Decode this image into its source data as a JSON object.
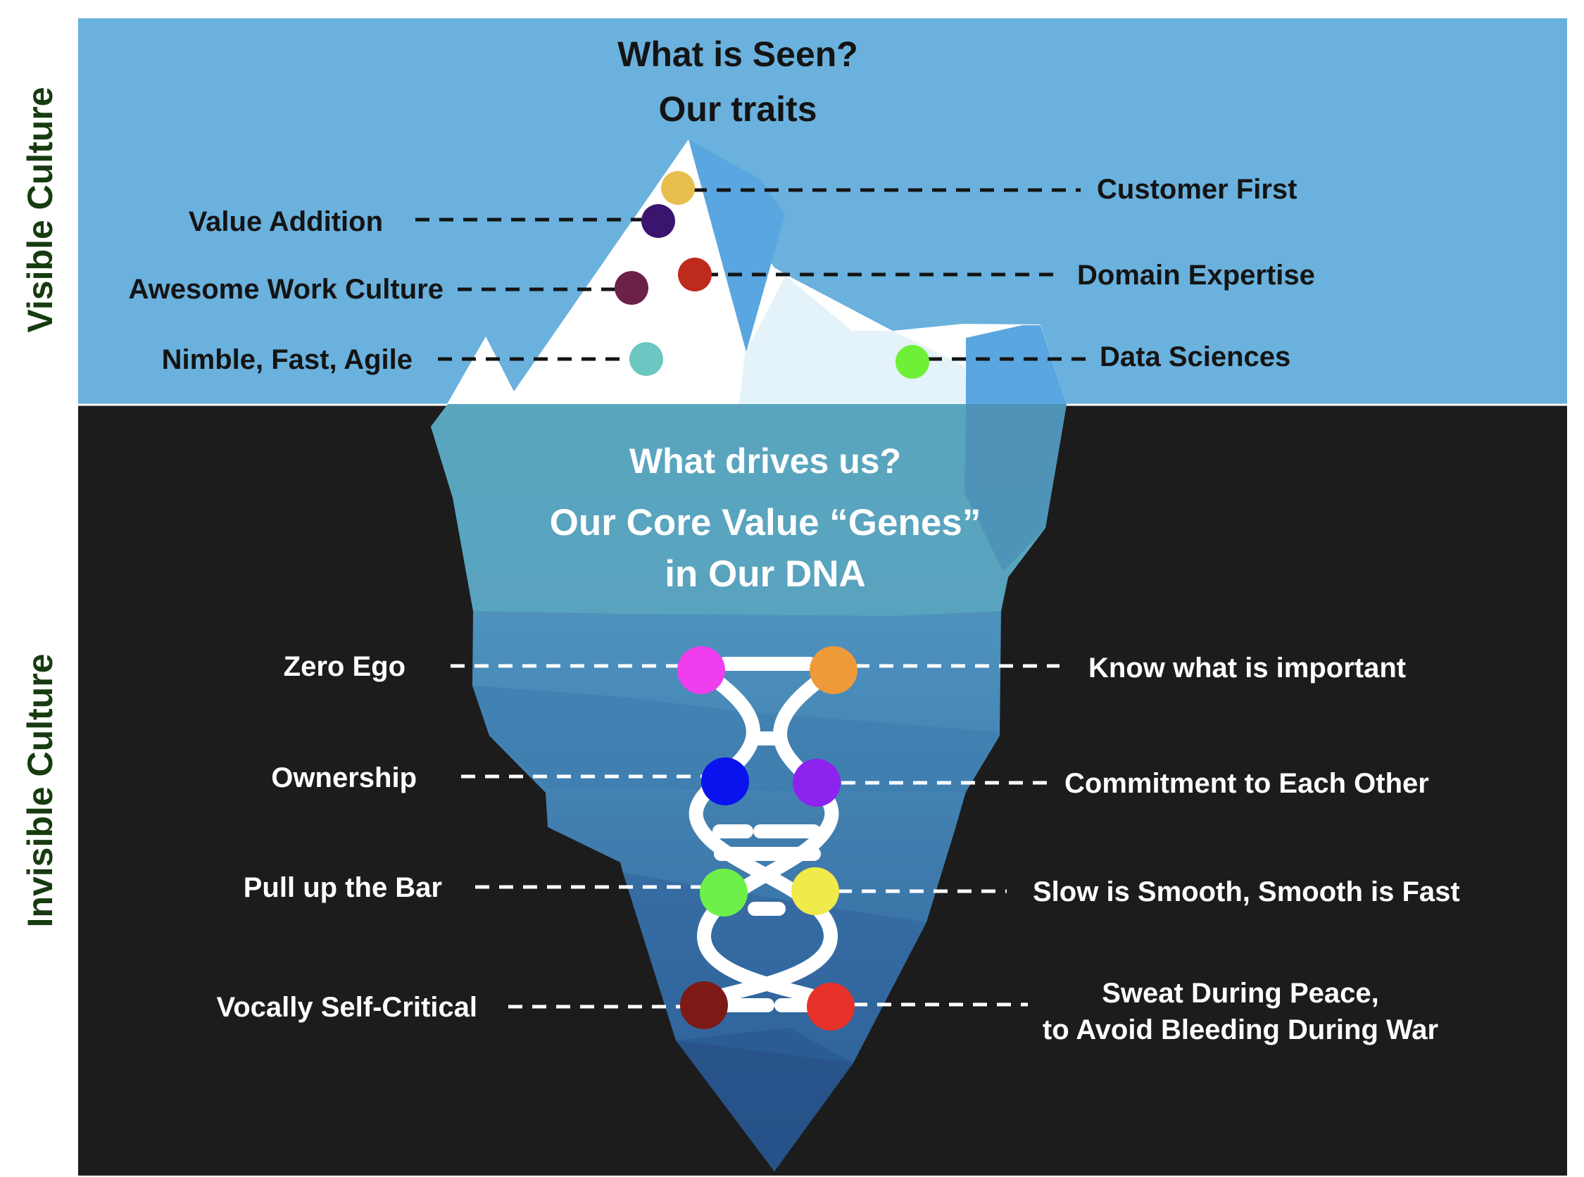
{
  "side_labels": {
    "visible": "Visible Culture",
    "invisible": "Invisible Culture"
  },
  "top_heading": {
    "line1": "What is Seen?",
    "line2": "Our traits"
  },
  "core_heading": {
    "line1": "What drives us?",
    "line2": "Our Core Value “Genes”",
    "line3": "in Our DNA"
  },
  "traits": [
    {
      "label": "Customer First",
      "color": "#E8BE4E"
    },
    {
      "label": "Value Addition",
      "color": "#3B1470"
    },
    {
      "label": "Domain Expertise",
      "color": "#BE2A1C"
    },
    {
      "label": "Awesome Work Culture",
      "color": "#6B2148"
    },
    {
      "label": "Nimble, Fast, Agile",
      "color": "#6CC6C1"
    },
    {
      "label": "Data Sciences",
      "color": "#6EF036"
    }
  ],
  "values_left": [
    {
      "label": "Zero Ego",
      "color": "#EE3EEE"
    },
    {
      "label": "Ownership",
      "color": "#0A12EE"
    },
    {
      "label": "Pull up the Bar",
      "color": "#6EF04A"
    },
    {
      "label": "Vocally Self-Critical",
      "color": "#7E1A16"
    }
  ],
  "values_right": [
    {
      "label": "Know what is important",
      "color": "#EE9A3A"
    },
    {
      "label": "Commitment to Each Other",
      "color": "#8E22EE"
    },
    {
      "label": "Slow is Smooth, Smooth is Fast",
      "color": "#F0EA4A"
    },
    {
      "label_line1": "Sweat During Peace,",
      "label_line2": "to Avoid Bleeding During War",
      "color": "#E6322A"
    }
  ],
  "colors": {
    "sky": "#6AB1DD",
    "deep": "#1C1C1C",
    "side_text": "#173B10",
    "top_text": "#141414",
    "under_text": "#FFFFFF"
  }
}
